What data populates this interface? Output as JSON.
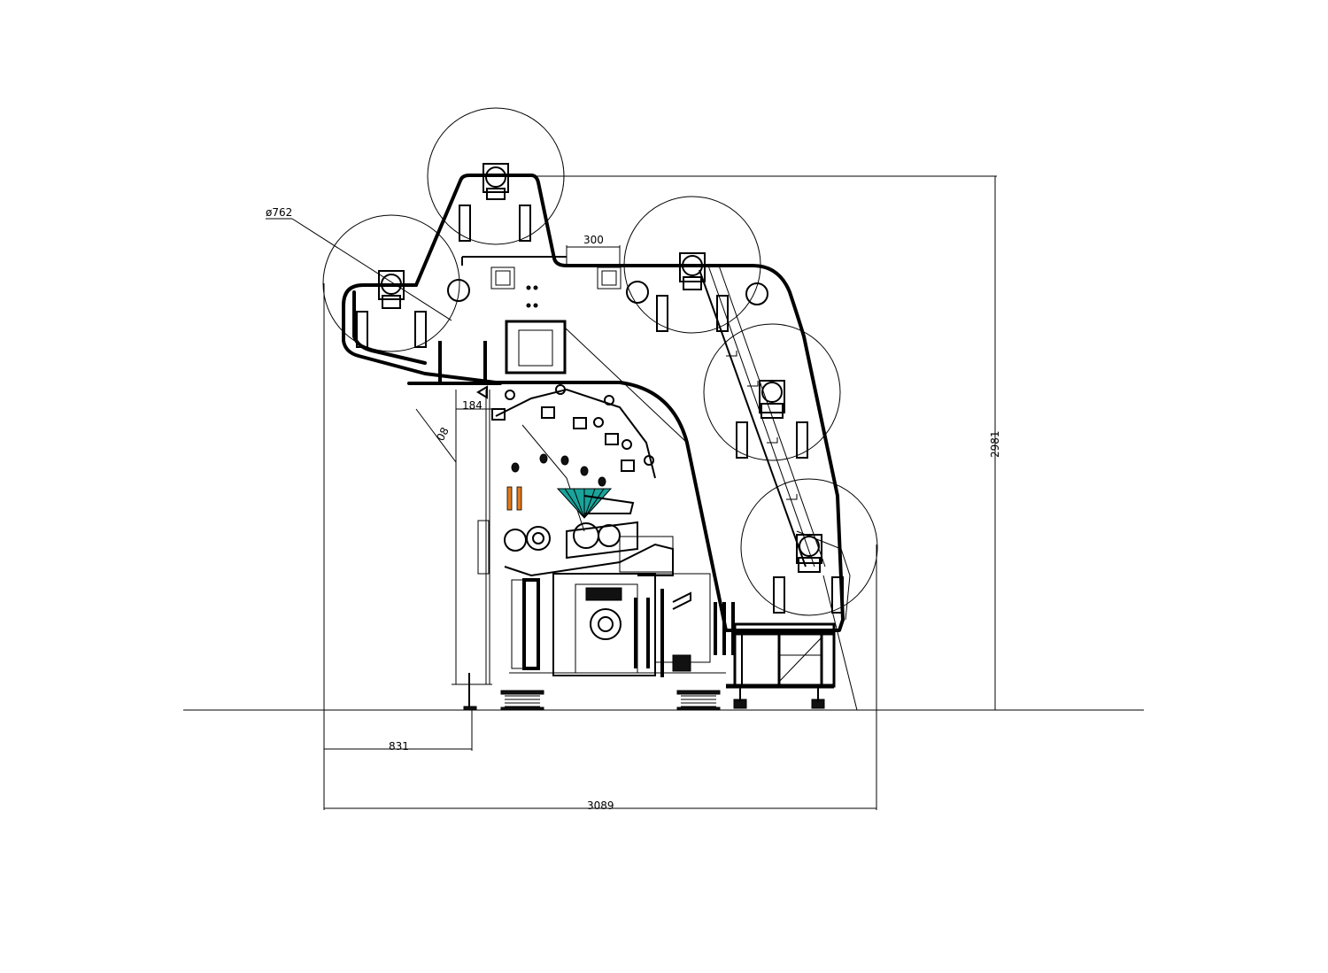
{
  "dimensions": {
    "roller_diameter": "ø762",
    "top_offset": "300",
    "guide_offset": "184",
    "guide_angle": "08",
    "total_height": "2981",
    "left_offset": "831",
    "total_width": "3089"
  },
  "colors": {
    "line": "#000000",
    "background": "#ffffff",
    "accent_teal": "#1aa39a",
    "accent_orange": "#e07a1f"
  }
}
